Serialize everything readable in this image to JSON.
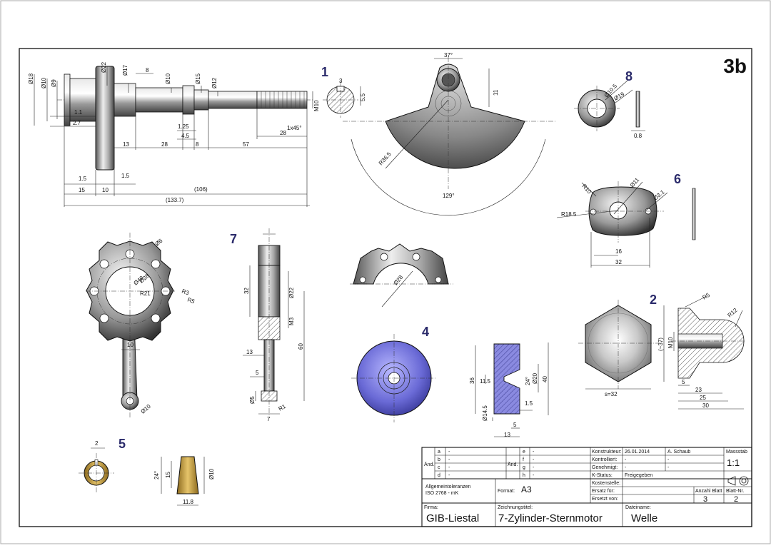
{
  "sheet": {
    "sheet_label": "3b"
  },
  "part_numbers": [
    "1",
    "2",
    "4",
    "5",
    "6",
    "7",
    "8"
  ],
  "part1_shaft": {
    "diameters": [
      "Ø18",
      "Ø10",
      "Ø9",
      "Ø22",
      "Ø17",
      "Ø10",
      "Ø15",
      "Ø12"
    ],
    "thread": "M10",
    "chamfer": "1x45°",
    "small": [
      "8",
      "1.1",
      "2.7",
      "1.25",
      "4.5"
    ],
    "lengths": [
      "13",
      "28",
      "8",
      "57",
      "28"
    ],
    "bottom": [
      "1.5",
      "1.5",
      "15",
      "10",
      "(106)",
      "(133.7)"
    ]
  },
  "part1_section": {
    "width": "3",
    "height": "5.5"
  },
  "part1_fan": {
    "angle_top": "37°",
    "height": "11",
    "radius": "R36.5",
    "angle_bottom": "129°"
  },
  "part7": {
    "d1": "Ø10.5",
    "d2": "Ø19",
    "thickness": "0.8"
  },
  "part6": {
    "r1": "R10",
    "d1": "Ø11",
    "d2": "Ø3.1",
    "r2": "R18.5",
    "w1": "16",
    "w2": "32"
  },
  "part_star": {
    "d1": "Ø6",
    "d2": "Ø40",
    "d3": "Ø28",
    "r1": "R21",
    "r2": "R3",
    "r3": "R5",
    "arm": "10",
    "eye": "Ø10"
  },
  "part8": {
    "h1": "32",
    "d1": "Ø22",
    "thread": "M3",
    "len": "60",
    "w1": "13",
    "w2": "5",
    "d2": "Ø5",
    "w3": "7",
    "r": "R1"
  },
  "part_half": {
    "d1": "Ø28"
  },
  "part4": {
    "h1": "36",
    "h2": "11.5",
    "ang": "24°",
    "d1": "Ø20",
    "h3": "40",
    "d2": "Ø14.5",
    "w1": "1.5",
    "w2": "5",
    "w3": "13"
  },
  "part2": {
    "r1": "R5",
    "r2": "R12",
    "hex": "(~37)",
    "thread": "M10",
    "sw": "s=32",
    "l1": "5",
    "l2": "23",
    "l3": "25",
    "l4": "30"
  },
  "part5": {
    "w": "2",
    "ang": "24°",
    "h": "15",
    "d": "Ø10",
    "len": "11.8"
  },
  "title_block": {
    "rev_letters_left": [
      "a",
      "b",
      "c",
      "d"
    ],
    "rev_letters_right": [
      "e",
      "f",
      "g",
      "h"
    ],
    "dash": "-",
    "aend": "Änd.",
    "konstrukteur_label": "Konstrukteur:",
    "konstrukteur_date": "26.01.2014",
    "konstrukteur_name": "A. Schaub",
    "kontrolliert_label": "Kontrolliert:",
    "genehmigt_label": "Genehmigt:",
    "kstatus_label": "K-Status:",
    "kstatus_value": "Freigegeben",
    "kostenstelle_label": "Kostenstelle:",
    "ersatz_fuer_label": "Ersatz für:",
    "ersetzt_von_label": "Ersetzt von:",
    "massstab_label": "Massstab",
    "massstab_value": "1:1",
    "tolerances_line1": "Allgemeintoleranzen",
    "tolerances_line2": "ISO 2768 - mK",
    "format_label": "Format:",
    "format_value": "A3",
    "anzahl_label": "Anzahl Blatt",
    "anzahl_value": "3",
    "blatt_label": "Blatt-Nr.",
    "blatt_value": "2",
    "firma_label": "Firma:",
    "firma_value": "GIB-Liestal",
    "zeichnungstitel_label": "Zeichnungstitel:",
    "zeichnungstitel_value": "7-Zylinder-Sternmotor",
    "dateiname_label": "Dateiname:",
    "dateiname_value": "Welle"
  },
  "colors": {
    "metal_dark": "#555555",
    "metal_light": "#e8e8e8",
    "blue_part": "#6a6ad6",
    "bronze": "#c9a44a",
    "part_number": "#2b2b6b"
  }
}
